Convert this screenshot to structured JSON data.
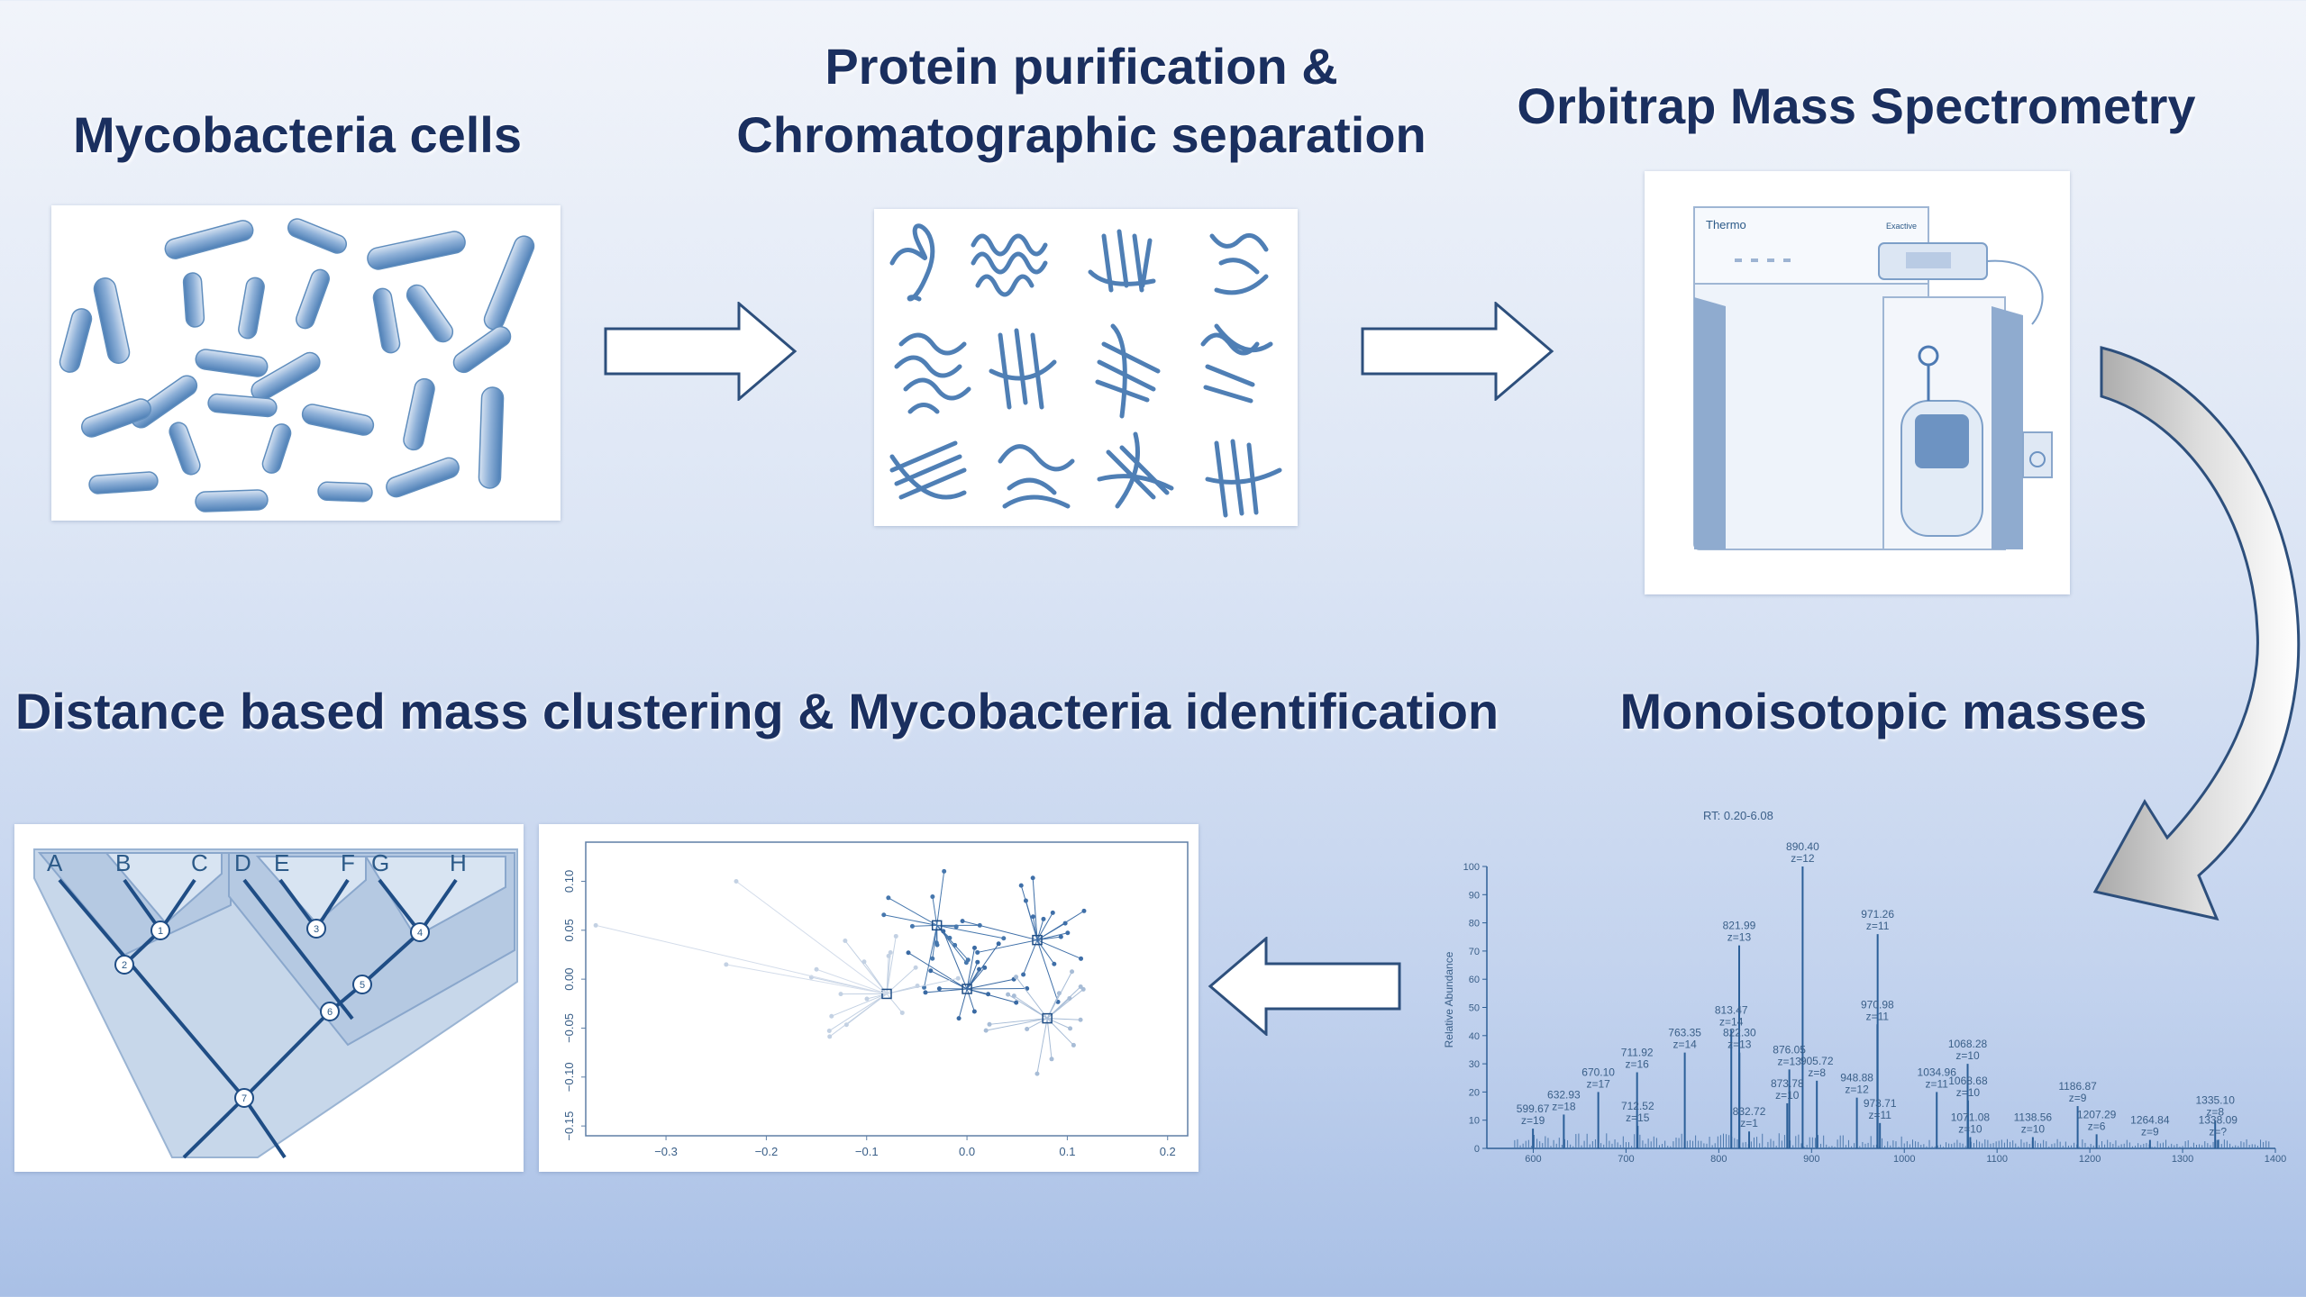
{
  "titles": {
    "cells": "Mycobacteria cells",
    "purification_line1": "Protein purification &",
    "purification_line2": "Chromatographic separation",
    "orbitrap": "Orbitrap Mass Spectrometry",
    "monoisotopic": "Monoisotopic masses",
    "clustering": "Distance based mass clustering & Mycobacteria identification"
  },
  "instrument": {
    "brand": "Thermo",
    "model": "Exactive"
  },
  "tree": {
    "leaves": [
      "A",
      "B",
      "C",
      "D",
      "E",
      "F",
      "G",
      "H"
    ],
    "nodes": [
      "1",
      "2",
      "3",
      "4",
      "5",
      "6",
      "7"
    ]
  },
  "scatter": {
    "x_ticks": [
      "−0.3",
      "−0.2",
      "−0.1",
      "0.0",
      "0.1",
      "0.2"
    ],
    "y_ticks": [
      "0.10",
      "0.05",
      "0.00",
      "−0.05",
      "−0.10",
      "−0.15"
    ],
    "x_values": [
      -0.3,
      -0.2,
      -0.1,
      0.0,
      0.1,
      0.2
    ],
    "y_values": [
      0.1,
      0.05,
      0.0,
      -0.05,
      -0.1,
      -0.15
    ]
  },
  "colors": {
    "title": "#1a2f5f",
    "accent": "#2c5a88",
    "arrow_stroke": "#2d4f7c"
  },
  "chart_data": {
    "type": "bar",
    "title": "RT: 0.20-6.08",
    "xlabel": "",
    "ylabel": "Relative Abundance",
    "xlim": [
      550,
      1400
    ],
    "ylim": [
      0,
      100
    ],
    "x_ticks": [
      600,
      700,
      800,
      900,
      1000,
      1100,
      1200,
      1300,
      1400
    ],
    "y_ticks": [
      0,
      10,
      20,
      30,
      40,
      50,
      60,
      70,
      80,
      90,
      100
    ],
    "peaks": [
      {
        "mz": "599.67",
        "z": "z=19",
        "value": 7
      },
      {
        "mz": "632.93",
        "z": "z=18",
        "value": 12
      },
      {
        "mz": "670.10",
        "z": "z=17",
        "value": 20
      },
      {
        "mz": "711.92",
        "z": "z=16",
        "value": 27
      },
      {
        "mz": "712.52",
        "z": "z=15",
        "value": 8
      },
      {
        "mz": "763.35",
        "z": "z=14",
        "value": 34
      },
      {
        "mz": "813.47",
        "z": "z=14",
        "value": 42
      },
      {
        "mz": "821.99",
        "z": "z=13",
        "value": 72
      },
      {
        "mz": "822.30",
        "z": "z=13",
        "value": 34
      },
      {
        "mz": "832.72",
        "z": "z=1",
        "value": 6
      },
      {
        "mz": "873.78",
        "z": "z=10",
        "value": 16
      },
      {
        "mz": "876.05",
        "z": "z=13",
        "value": 28
      },
      {
        "mz": "890.40",
        "z": "z=12",
        "value": 100
      },
      {
        "mz": "905.72",
        "z": "z=8",
        "value": 24
      },
      {
        "mz": "948.88",
        "z": "z=12",
        "value": 18
      },
      {
        "mz": "970.98",
        "z": "z=11",
        "value": 44
      },
      {
        "mz": "971.26",
        "z": "z=11",
        "value": 76
      },
      {
        "mz": "973.71",
        "z": "z=11",
        "value": 9
      },
      {
        "mz": "1034.96",
        "z": "z=11",
        "value": 20
      },
      {
        "mz": "1068.28",
        "z": "z=10",
        "value": 30
      },
      {
        "mz": "1068.68",
        "z": "z=10",
        "value": 17
      },
      {
        "mz": "1071.08",
        "z": "z=10",
        "value": 4
      },
      {
        "mz": "1138.56",
        "z": "z=10",
        "value": 4
      },
      {
        "mz": "1186.87",
        "z": "z=9",
        "value": 15
      },
      {
        "mz": "1207.29",
        "z": "z=6",
        "value": 5
      },
      {
        "mz": "1264.84",
        "z": "z=9",
        "value": 3
      },
      {
        "mz": "1335.10",
        "z": "z=8",
        "value": 10
      },
      {
        "mz": "1338.09",
        "z": "z=?",
        "value": 3
      }
    ]
  }
}
